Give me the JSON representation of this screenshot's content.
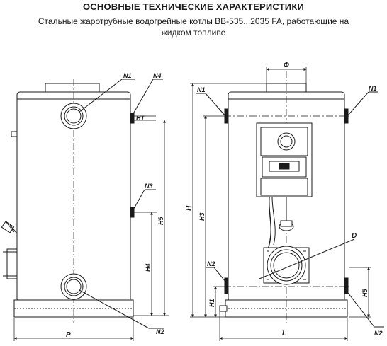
{
  "header": {
    "title": "ОСНОВНЫЕ ТЕХНИЧЕСКИЕ ХАРАКТЕРИСТИКИ",
    "subtitle_line1": "Стальные жаротрубные водогрейные котлы BB-535...2035 FA, работающие на",
    "subtitle_line2": "жидком топливе"
  },
  "side_view": {
    "labels": {
      "n1": "N1",
      "n4": "N4",
      "ht": "HT",
      "n3": "N3",
      "h5": "H5",
      "h4": "H4",
      "n2": "N2",
      "p": "P"
    }
  },
  "front_view": {
    "labels": {
      "phi": "Ф",
      "n1_left": "N1",
      "n1_right": "N1",
      "h": "H",
      "h3": "H3",
      "d": "D",
      "n2_left": "N2",
      "n2_right": "N2",
      "h5": "H5",
      "h1": "H1",
      "l": "L"
    }
  },
  "colors": {
    "line": "#1a1a1a",
    "fill": "#ffffff",
    "dim": "#333333"
  }
}
